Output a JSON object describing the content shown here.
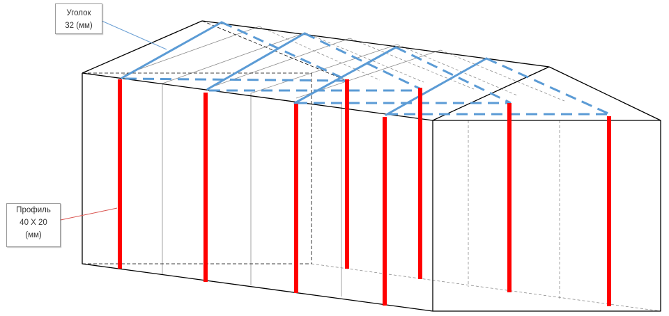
{
  "callouts": {
    "angle": {
      "line1": "Уголок",
      "line2": "32 (мм)"
    },
    "profile": {
      "line1": "Профиль",
      "line2": "40 X 20",
      "line3": "(мм)"
    }
  },
  "colors": {
    "outline": "#000000",
    "thin_line": "#8c8c8c",
    "profile_post": "#ff0000",
    "angle_frame": "#5b9bd5",
    "leader_line": "#6a9fd4"
  }
}
